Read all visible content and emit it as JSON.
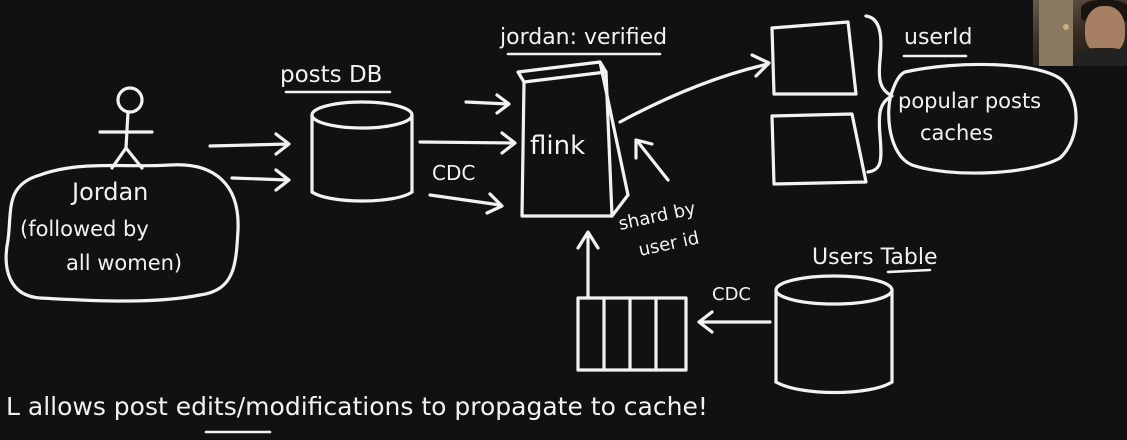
{
  "labels": {
    "posts_db": "posts DB",
    "jordan_verified": "jordan: verified",
    "users_id": "userId",
    "popular_posts_caches_line1": "popular posts",
    "popular_posts_caches_line2": "caches",
    "jordan": "Jordan",
    "followed_line1": "(followed by",
    "followed_line2": "all women)",
    "cdc_top": "CDC",
    "flink": "flink",
    "shard_line1": "shard by",
    "shard_line2": "user id",
    "users_table": "Users Table",
    "cdc_bottom": "CDC",
    "footer_note": "L allows post edits/modifications to propagate to cache!"
  }
}
